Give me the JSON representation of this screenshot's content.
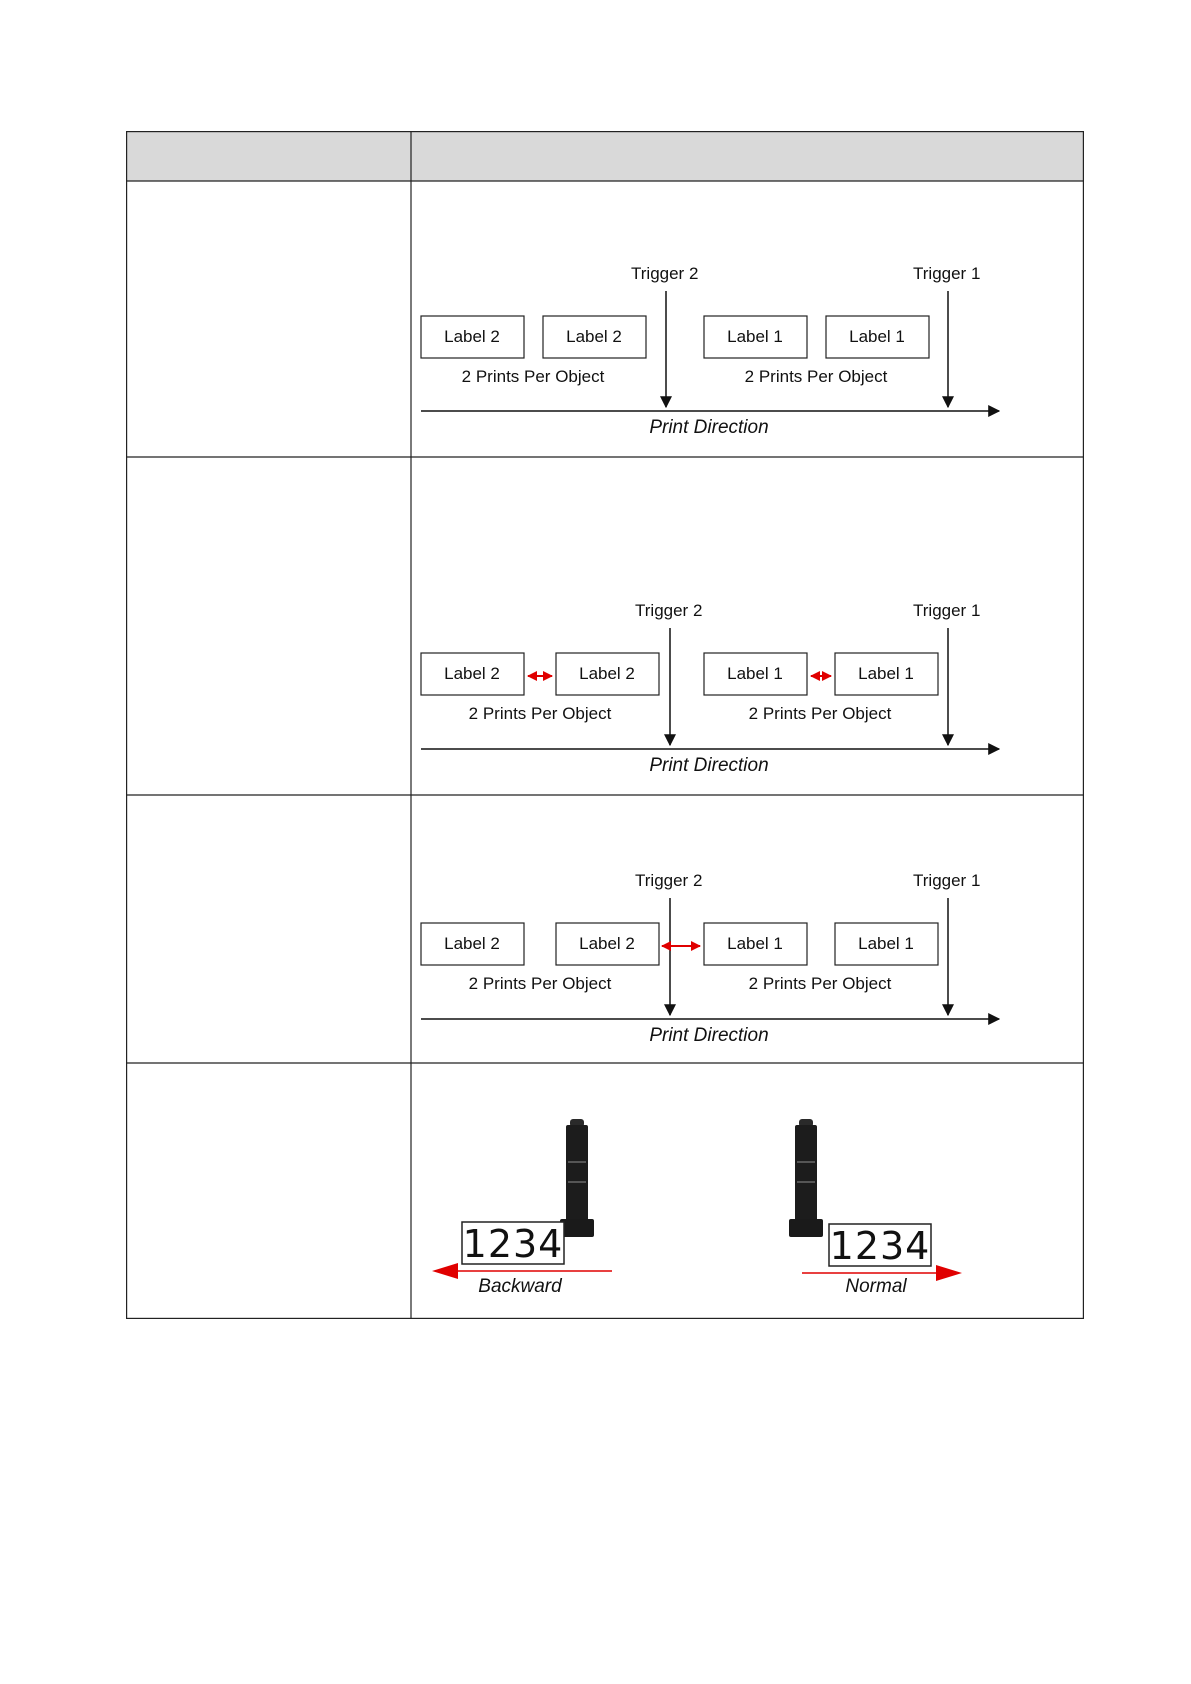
{
  "table": {
    "header": {
      "col1": "",
      "col2": ""
    },
    "rows": [
      {
        "label": "",
        "trigger_left": "Trigger 2",
        "trigger_right": "Trigger 1",
        "labels": [
          "Label 2",
          "Label 2",
          "Label 1",
          "Label 1"
        ],
        "ppo_left": "2 Prints Per Object",
        "ppo_right": "2 Prints Per Object",
        "direction": "Print Direction"
      },
      {
        "label": "",
        "trigger_left": "Trigger 2",
        "trigger_right": "Trigger 1",
        "labels": [
          "Label 2",
          "Label 2",
          "Label 1",
          "Label 1"
        ],
        "ppo_left": "2 Prints Per Object",
        "ppo_right": "2 Prints Per Object",
        "direction": "Print Direction"
      },
      {
        "label": "",
        "trigger_left": "Trigger 2",
        "trigger_right": "Trigger 1",
        "labels": [
          "Label 2",
          "Label 2",
          "Label 1",
          "Label 1"
        ],
        "ppo_left": "2 Prints Per Object",
        "ppo_right": "2 Prints Per Object",
        "direction": "Print Direction"
      },
      {
        "label": "",
        "sample_text": "1234",
        "backward_label": "Backward",
        "normal_label": "Normal"
      }
    ]
  },
  "colors": {
    "header_bg": "#d9d9d9",
    "border": "#222222",
    "accent_red": "#e00000"
  }
}
